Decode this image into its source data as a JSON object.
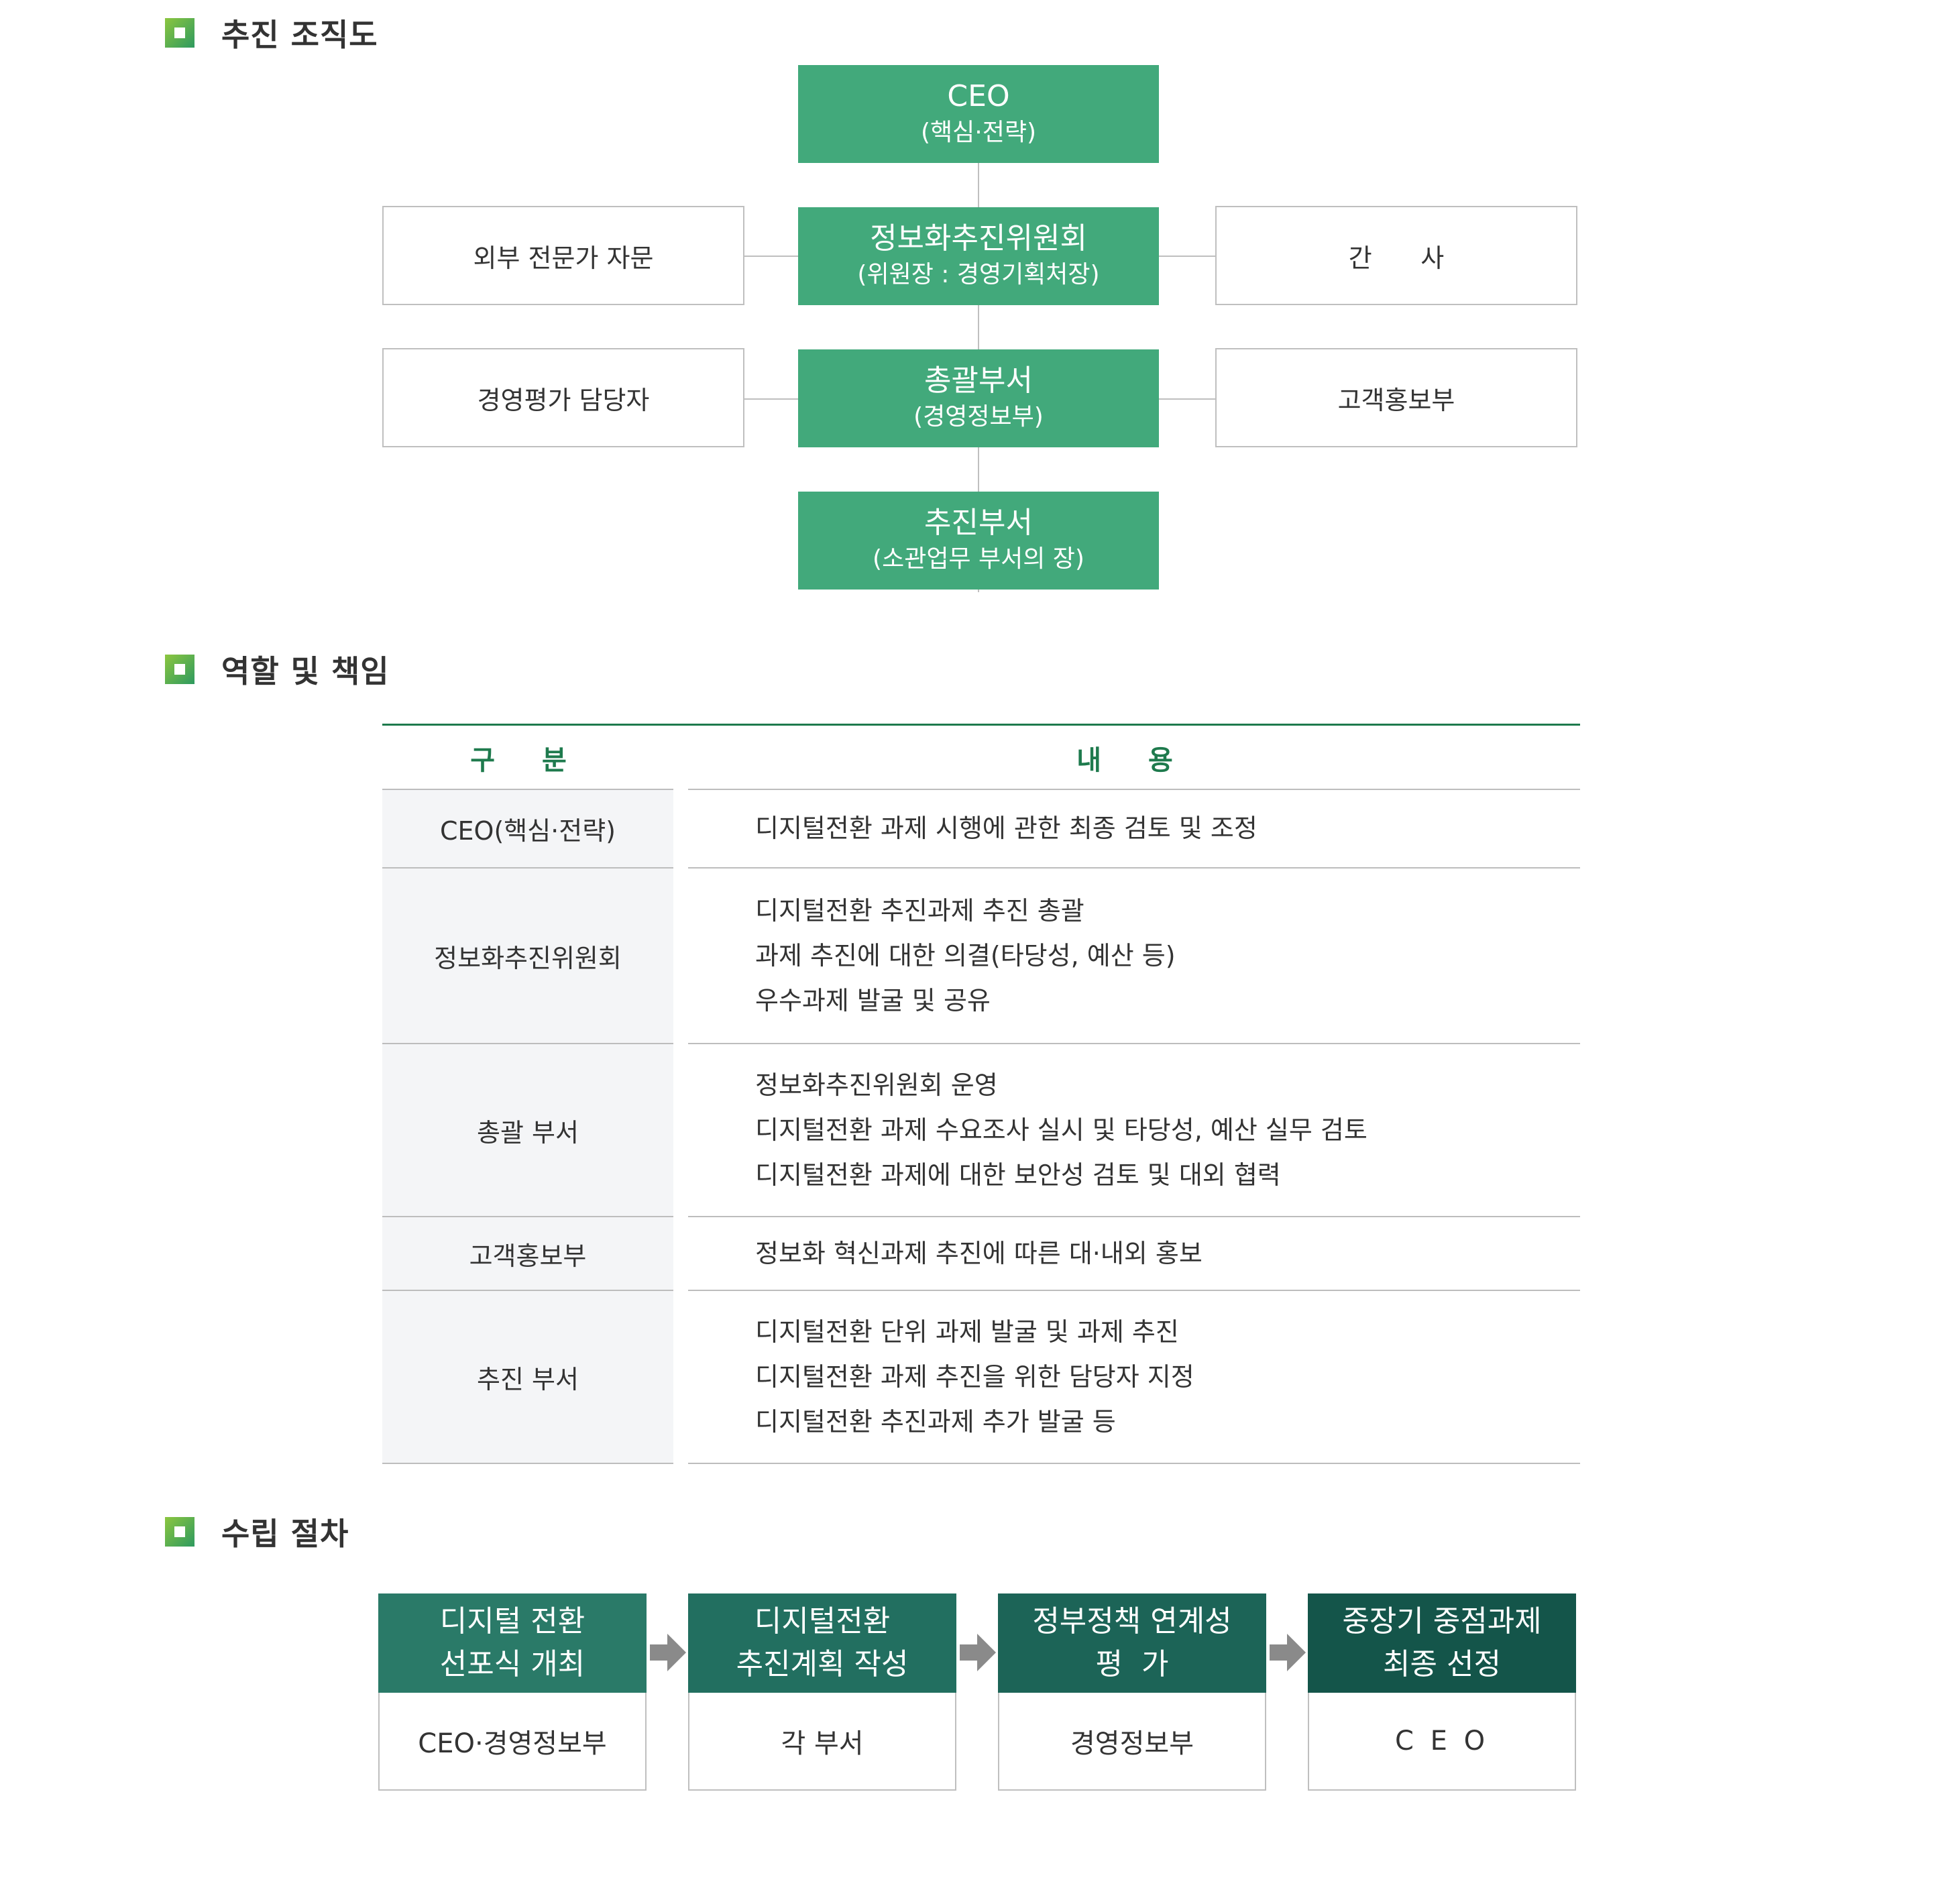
{
  "sections": [
    {
      "title": "추진 조직도"
    },
    {
      "title": "역할 및 책임"
    },
    {
      "title": "수립 절차"
    }
  ],
  "org": {
    "ceo": {
      "line1": "CEO",
      "line2": "(핵심·전략)"
    },
    "committee": {
      "line1": "정보화추진위원회",
      "line2": "(위원장 : 경영기획처장)"
    },
    "general": {
      "line1": "총괄부서",
      "line2": "(경영정보부)"
    },
    "promotion": {
      "line1": "추진부서",
      "line2": "(소관업무 부서의 장)"
    },
    "advisor": "외부 전문가 자문",
    "secretary": "간      사",
    "evaluator": "경영평가 담당자",
    "pr": "고객홍보부"
  },
  "table": {
    "headers": [
      "구 분",
      "내 용"
    ],
    "rows": [
      {
        "category": "CEO(핵심·전략)",
        "items": [
          "디지털전환 과제 시행에 관한 최종 검토 및 조정"
        ]
      },
      {
        "category": "정보화추진위원회",
        "items": [
          "디지털전환 추진과제 추진 총괄",
          "과제 추진에 대한 의결(타당성, 예산 등)",
          "우수과제 발굴 및 공유"
        ]
      },
      {
        "category": "총괄 부서",
        "items": [
          "정보화추진위원회 운영",
          "디지털전환 과제 수요조사 실시 및 타당성, 예산 실무 검토",
          "디지털전환 과제에 대한 보안성 검토 및 대외 협력"
        ]
      },
      {
        "category": "고객홍보부",
        "items": [
          "정보화 혁신과제 추진에 따른 대·내외 홍보"
        ]
      },
      {
        "category": "추진 부서",
        "items": [
          "디지털전환 단위 과제 발굴 및 과제 추진",
          "디지털전환 과제 추진을 위한 담당자 지정",
          "디지털전환 추진과제 추가 발굴 등"
        ]
      }
    ]
  },
  "process": {
    "steps": [
      {
        "title_lines": [
          "디지털 전환",
          "선포식 개최"
        ],
        "owner": "CEO·경영정보부",
        "color": "#2a7a68"
      },
      {
        "title_lines": [
          "디지털전환",
          "추진계획 작성"
        ],
        "owner": "각 부서",
        "color": "#226f60"
      },
      {
        "title_lines": [
          "정부정책 연계성",
          "평  가"
        ],
        "owner": "경영정보부",
        "color": "#1c6457"
      },
      {
        "title_lines": [
          "중장기 중점과제",
          "최종 선정"
        ],
        "owner": "C E O",
        "color": "#14554a"
      }
    ]
  },
  "colors": {
    "accent": "#42a97b",
    "header_text": "#1e7a4d",
    "line": "#bfbfbf",
    "arrow": "#8a8a8a"
  }
}
